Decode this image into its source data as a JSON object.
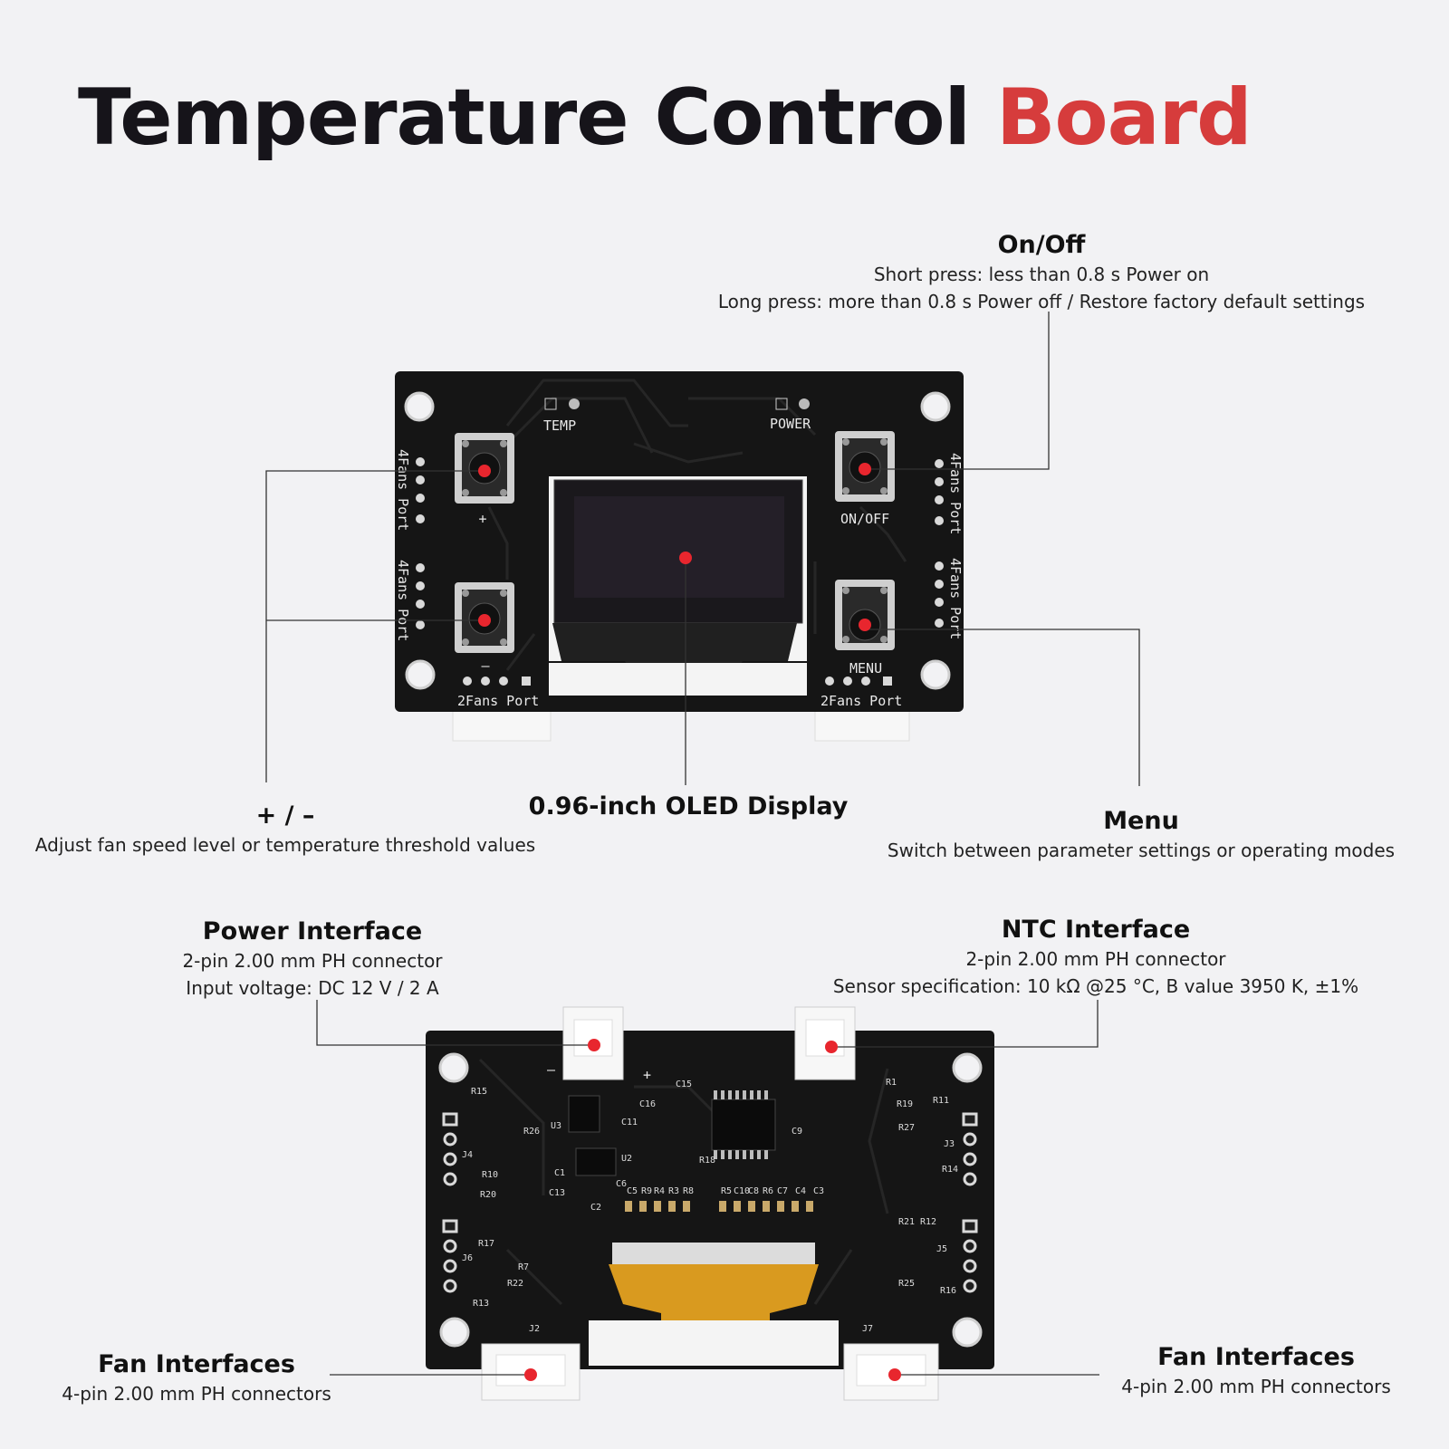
{
  "title": {
    "main": "Temperature Control ",
    "accent": "Board"
  },
  "callouts": {
    "onoff": {
      "heading": "On/Off",
      "line1": "Short press: less than 0.8 s Power on",
      "line2": "Long press: more than 0.8 s  Power off / Restore factory default settings"
    },
    "plusminus": {
      "heading": "+ / –",
      "line1": "Adjust fan speed level or temperature threshold values"
    },
    "oled": {
      "heading": "0.96-inch OLED Display"
    },
    "menu": {
      "heading": "Menu",
      "line1": "Switch between parameter settings or operating modes"
    },
    "power": {
      "heading": "Power Interface",
      "line1": "2-pin 2.00 mm PH connector",
      "line2": "Input voltage: DC 12 V / 2 A"
    },
    "ntc": {
      "heading": "NTC Interface",
      "line1": "2-pin 2.00 mm PH connector",
      "line2": "Sensor specification: 10 kΩ @25 °C, B value 3950 K, ±1%"
    },
    "fan_left": {
      "heading": "Fan Interfaces",
      "line1": "4-pin 2.00 mm PH connectors"
    },
    "fan_right": {
      "heading": "Fan Interfaces",
      "line1": "4-pin 2.00 mm PH connectors"
    }
  },
  "silkscreen": {
    "temp": "TEMP",
    "power": "POWER",
    "onoff": "ON/OFF",
    "menu": "MENU",
    "plus": "+",
    "minus": "–",
    "fans4_left": "4Fans Port",
    "fans4_left2": "4Fans Port",
    "fans4_right": "4Fans Port",
    "fans4_right2": "4Fans Port",
    "fans2_left": "2Fans Port",
    "fans2_right": "2Fans Port",
    "back_minus": "–",
    "back_plus": "+",
    "refs": [
      "R15",
      "U3",
      "C16",
      "C15",
      "C11",
      "R26",
      "C9",
      "J4",
      "U2",
      "R18",
      "R10",
      "C1",
      "R20",
      "C13",
      "C6",
      "C5",
      "R9",
      "R4",
      "R3",
      "R8",
      "R5",
      "C10",
      "C8",
      "R6",
      "C7",
      "C4",
      "C3",
      "C2",
      "R17",
      "J6",
      "R7",
      "R22",
      "R13",
      "J2",
      "J7",
      "R1",
      "R19",
      "R11",
      "R27",
      "J3",
      "R14",
      "R21",
      "R12",
      "J5",
      "R25",
      "R16"
    ]
  },
  "colors": {
    "accent": "#d63c3c",
    "pcb": "#141414",
    "marker": "#e8262e",
    "leader": "#333333"
  }
}
